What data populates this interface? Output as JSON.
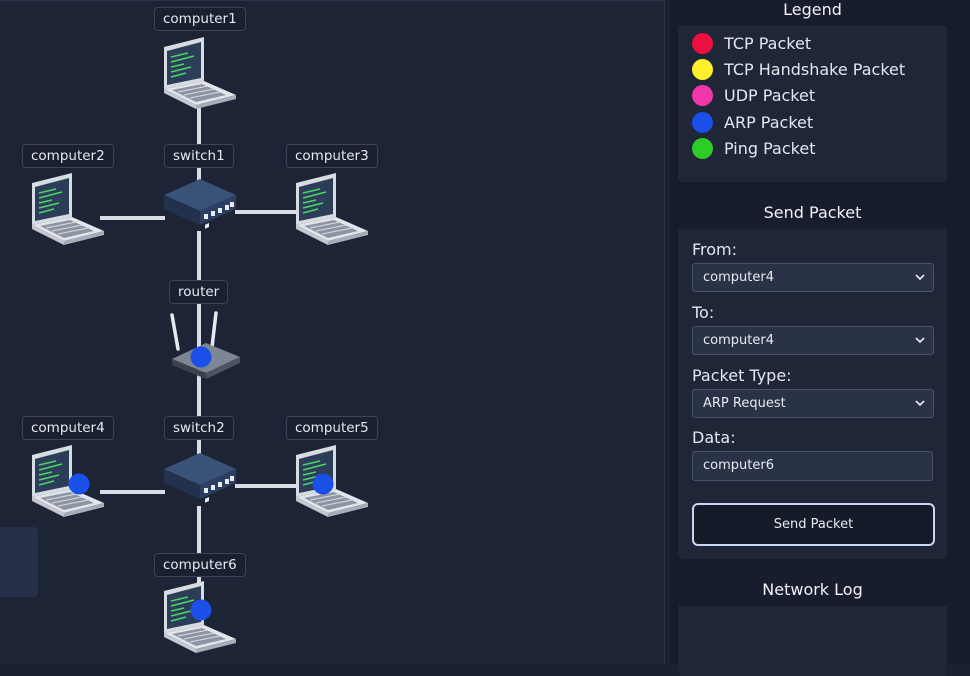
{
  "topology": {
    "nodes": [
      {
        "id": "computer1",
        "label": "computer1",
        "type": "laptop",
        "icon": "laptop-icon"
      },
      {
        "id": "switch1",
        "label": "switch1",
        "type": "switch",
        "icon": "switch-icon"
      },
      {
        "id": "computer2",
        "label": "computer2",
        "type": "laptop",
        "icon": "laptop-icon"
      },
      {
        "id": "computer3",
        "label": "computer3",
        "type": "laptop",
        "icon": "laptop-icon"
      },
      {
        "id": "router",
        "label": "router",
        "type": "router",
        "icon": "router-icon"
      },
      {
        "id": "switch2",
        "label": "switch2",
        "type": "switch",
        "icon": "switch-icon"
      },
      {
        "id": "computer4",
        "label": "computer4",
        "type": "laptop",
        "icon": "laptop-icon"
      },
      {
        "id": "computer5",
        "label": "computer5",
        "type": "laptop",
        "icon": "laptop-icon"
      },
      {
        "id": "computer6",
        "label": "computer6",
        "type": "laptop",
        "icon": "laptop-icon"
      }
    ],
    "links": [
      [
        "computer1",
        "switch1"
      ],
      [
        "computer2",
        "switch1"
      ],
      [
        "computer3",
        "switch1"
      ],
      [
        "switch1",
        "router"
      ],
      [
        "router",
        "switch2"
      ],
      [
        "computer4",
        "switch2"
      ],
      [
        "computer5",
        "switch2"
      ],
      [
        "computer6",
        "switch2"
      ]
    ],
    "packets_at": [
      {
        "node": "router",
        "type": "ARP Packet",
        "color": "#1a4fe8"
      },
      {
        "node": "computer4",
        "type": "ARP Packet",
        "color": "#1a4fe8"
      },
      {
        "node": "computer5",
        "type": "ARP Packet",
        "color": "#1a4fe8"
      },
      {
        "node": "computer6",
        "type": "ARP Packet",
        "color": "#1a4fe8"
      }
    ]
  },
  "legend": {
    "title": "Legend",
    "items": [
      {
        "label": "TCP Packet",
        "color": "#ed0f3f"
      },
      {
        "label": "TCP Handshake Packet",
        "color": "#fff02c"
      },
      {
        "label": "UDP Packet",
        "color": "#f036a9"
      },
      {
        "label": "ARP Packet",
        "color": "#1a4fe8"
      },
      {
        "label": "Ping Packet",
        "color": "#2ecc26"
      }
    ]
  },
  "send_packet": {
    "title": "Send Packet",
    "from_label": "From:",
    "from_value": "computer4",
    "to_label": "To:",
    "to_value": "computer4",
    "type_label": "Packet Type:",
    "type_value": "ARP Request",
    "data_label": "Data:",
    "data_value": "computer6",
    "button_label": "Send Packet"
  },
  "network_log": {
    "title": "Network Log"
  },
  "colors": {
    "background": "#1d2436",
    "panel": "#1f2638",
    "link": "#d9dde5",
    "accent_border": "#c8d6f4"
  }
}
